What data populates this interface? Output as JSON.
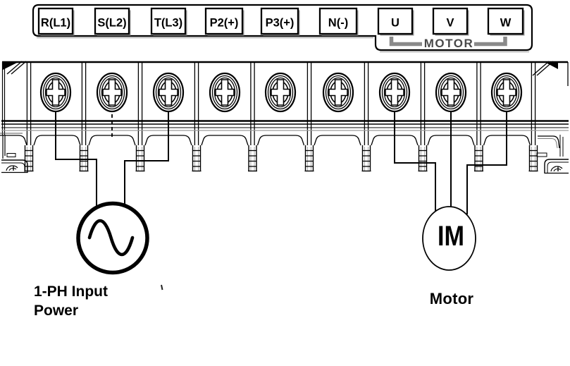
{
  "terminal_strip": {
    "labels": [
      "R(L1)",
      "S(L2)",
      "T(L3)",
      "P2(+)",
      "P3(+)",
      "N(-)",
      "U",
      "V",
      "W"
    ],
    "motor_group_label": "MOTOR"
  },
  "power_source": {
    "caption_line1": "1-PH Input",
    "caption_line2": "Power"
  },
  "motor": {
    "symbol_text": "IM",
    "caption": "Motor"
  },
  "colors": {
    "line": "#000000",
    "box_shadow": "#9a9a9a",
    "bracket_gray": "#8a8a8a",
    "background": "#ffffff"
  }
}
